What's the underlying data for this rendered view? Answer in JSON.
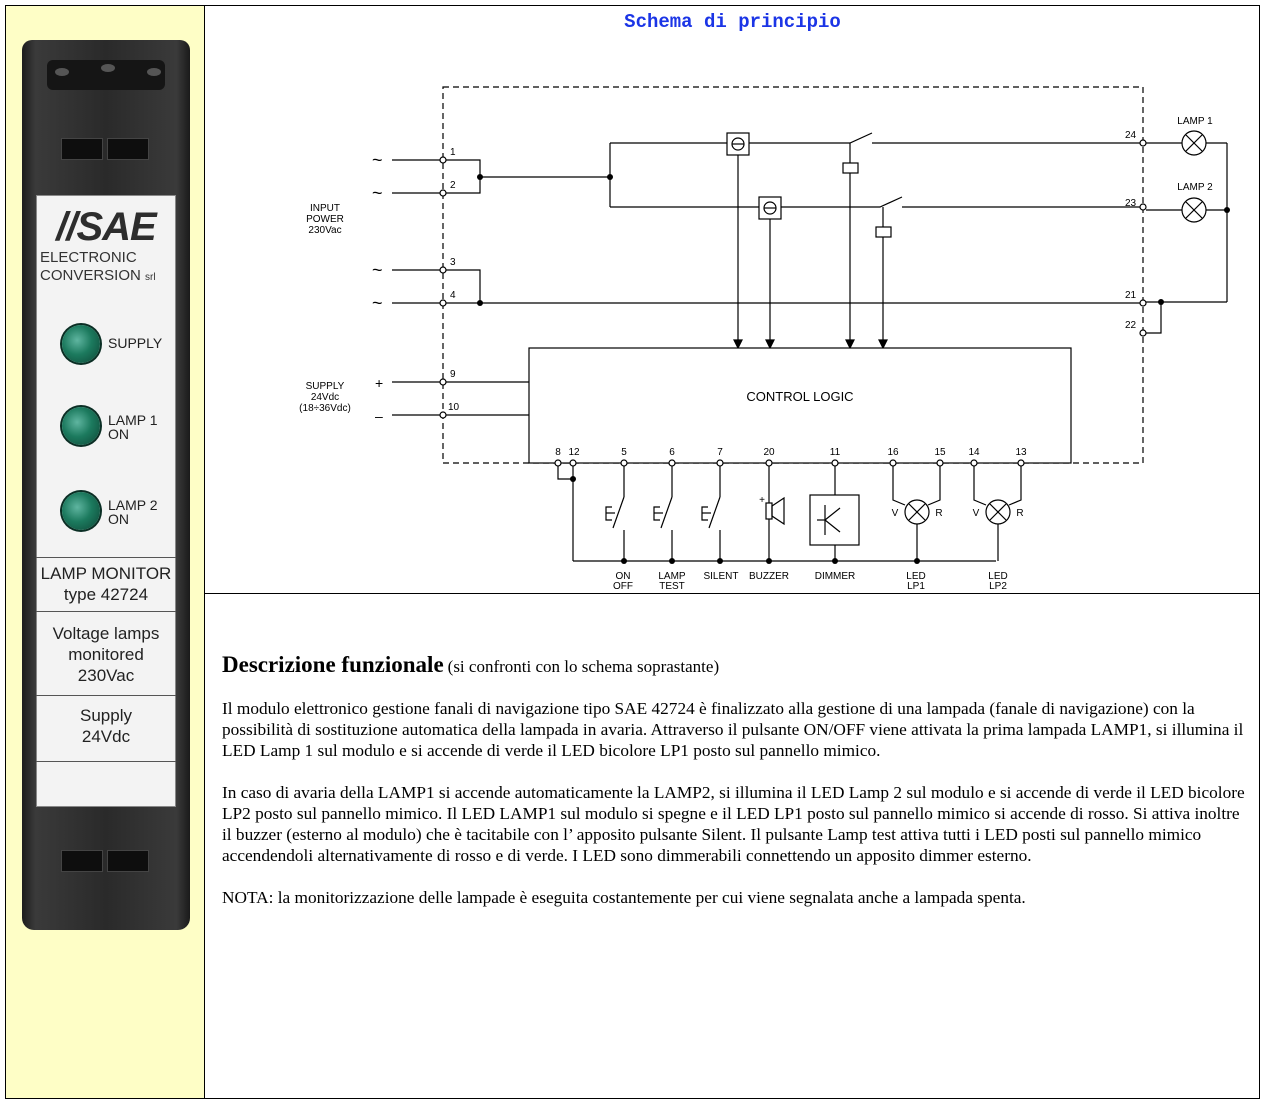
{
  "device": {
    "logo": "//SAE",
    "company_line1": "ELECTRONIC",
    "company_line2": "CONVERSION",
    "company_suffix": "srl",
    "led1_label": "SUPPLY",
    "led2_label_l1": "LAMP 1",
    "led2_label_l2": "ON",
    "led3_label_l1": "LAMP 2",
    "led3_label_l2": "ON",
    "product_l1": "LAMP MONITOR",
    "product_l2": "type 42724",
    "voltage_l1": "Voltage lamps",
    "voltage_l2": "monitored",
    "voltage_l3": "230Vac",
    "supply_l1": "Supply",
    "supply_l2": "24Vdc"
  },
  "schema": {
    "title": "Schema di principio",
    "input_power": [
      "INPUT",
      "POWER",
      "230Vac"
    ],
    "supply": [
      "SUPPLY",
      "24Vdc",
      "(18÷36Vdc)"
    ],
    "control_logic": "CONTROL LOGIC",
    "lamp1": "LAMP 1",
    "lamp2": "LAMP 2",
    "terminals": {
      "t1": "1",
      "t2": "2",
      "t3": "3",
      "t4": "4",
      "t9": "9",
      "t10": "10",
      "t24": "24",
      "t23": "23",
      "t21": "21",
      "t22": "22",
      "t8": "8",
      "t12": "12",
      "t5": "5",
      "t6": "6",
      "t7": "7",
      "t20": "20",
      "t11": "11",
      "t16": "16",
      "t15": "15",
      "t14": "14",
      "t13": "13"
    },
    "plus": "+",
    "minus": "–",
    "tilde": "~",
    "v": "V",
    "r": "R",
    "bottom_labels": {
      "onoff_l1": "ON",
      "onoff_l2": "OFF",
      "lamptest_l1": "LAMP",
      "lamptest_l2": "TEST",
      "silent": "SILENT",
      "buzzer": "BUZZER",
      "dimmer": "DIMMER",
      "lp1_l1": "LED",
      "lp1_l2": "LP1",
      "lp2_l1": "LED",
      "lp2_l2": "LP2"
    }
  },
  "description": {
    "heading": "Descrizione funzionale",
    "heading_note": "(si confronti con lo schema soprastante)",
    "p1": "Il modulo elettronico gestione fanali di navigazione tipo SAE 42724 è finalizzato alla gestione di una lampada (fanale di navigazione) con la possibilità di sostituzione automatica della lampada in avaria. Attraverso il pulsante ON/OFF viene attivata la prima lampada LAMP1, si illumina il LED Lamp 1 sul modulo e si accende di verde il LED bicolore LP1 posto sul pannello mimico.",
    "p2": "In caso di avaria della LAMP1 si accende automaticamente la LAMP2, si illumina il LED Lamp 2 sul modulo e si accende di verde il LED bicolore LP2  posto sul pannello mimico. Il LED LAMP1 sul modulo si spegne e il LED LP1 posto sul pannello mimico si accende di rosso. Si attiva inoltre il buzzer (esterno al modulo) che è tacitabile con  l’ apposito pulsante Silent. Il pulsante Lamp test attiva tutti i LED posti sul pannello mimico accendendoli alternativamente di rosso e di verde. I LED sono dimmerabili connettendo un apposito dimmer esterno.",
    "p3": "NOTA: la monitorizzazione delle lampade è eseguita costantemente per cui viene segnalata anche a lampada spenta."
  }
}
